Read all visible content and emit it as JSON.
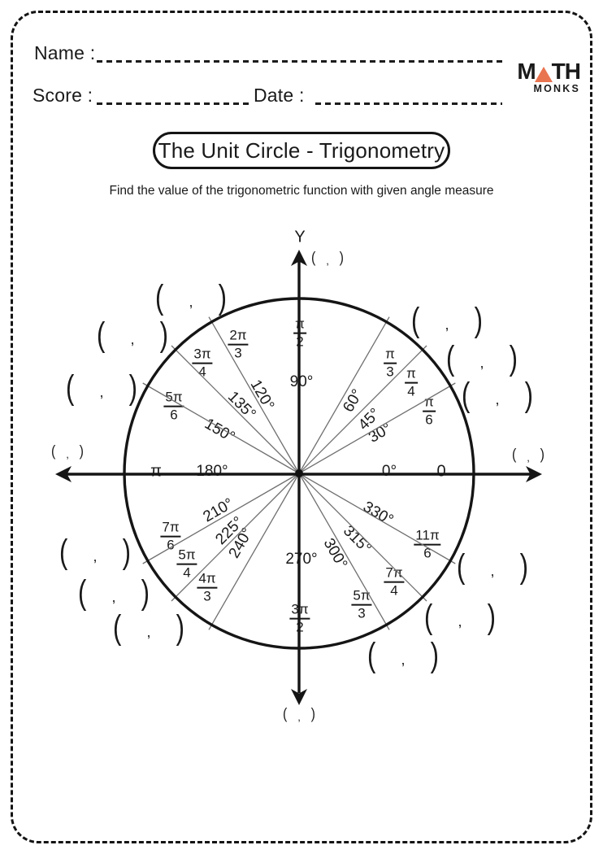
{
  "header": {
    "name_label": "Name :",
    "score_label": "Score :",
    "date_label": "Date :"
  },
  "logo": {
    "m": "M",
    "th": "TH",
    "monks": "MONKS",
    "triangle_color": "#E97450"
  },
  "title": "The Unit Circle - Trigonometry",
  "instruction": "Find the value of the trigonometric function with given angle measure",
  "diagram": {
    "y_axis": "Y",
    "pi": "π",
    "zero": "0",
    "deg": {
      "d0": "0°",
      "d30": "30°",
      "d45": "45°",
      "d60": "60°",
      "d90": "90°",
      "d120": "120°",
      "d135": "135°",
      "d150": "150°",
      "d180": "180°",
      "d210": "210°",
      "d225": "225°",
      "d240": "240°",
      "d270": "270°",
      "d300": "300°",
      "d315": "315°",
      "d330": "330°"
    },
    "frac": {
      "f30": {
        "num": "π",
        "den": "6"
      },
      "f45": {
        "num": "π",
        "den": "4"
      },
      "f60": {
        "num": "π",
        "den": "3"
      },
      "f90": {
        "num": "π",
        "den": "2"
      },
      "f120": {
        "num": "2π",
        "den": "3"
      },
      "f135": {
        "num": "3π",
        "den": "4"
      },
      "f150": {
        "num": "5π",
        "den": "6"
      },
      "f210": {
        "num": "7π",
        "den": "6"
      },
      "f225": {
        "num": "5π",
        "den": "4"
      },
      "f240": {
        "num": "4π",
        "den": "3"
      },
      "f270": {
        "num": "3π",
        "den": "2"
      },
      "f300": {
        "num": "5π",
        "den": "3"
      },
      "f315": {
        "num": "7π",
        "den": "4"
      },
      "f330": {
        "num": "11π",
        "den": "6"
      }
    },
    "blank": {
      "open": "(",
      "comma": ",",
      "close": ")"
    }
  }
}
